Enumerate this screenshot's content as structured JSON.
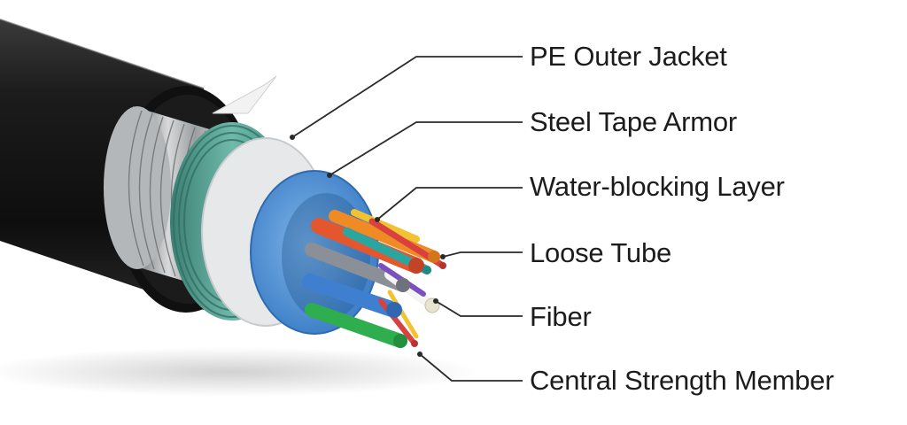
{
  "labels": [
    "PE Outer Jacket",
    "Steel Tape Armor",
    "Water-blocking Layer",
    "Loose Tube",
    "Fiber",
    "Central Strength Member"
  ],
  "colors": {
    "jacket": "#151515",
    "armor_steel": "#a9acae",
    "armor_green": "#4a9a8c",
    "water_block": "#e8eaec",
    "loose_tube": "#4f93d6",
    "leader_line": "#2a2a2a",
    "fiber_colors": [
      "#e4572e",
      "#f08a24",
      "#3f7fd0",
      "#2fae4f",
      "#8a8f98",
      "#f2c230",
      "#d94141",
      "#2aa6a0",
      "#f5f5f0",
      "#7a4fbf"
    ]
  }
}
